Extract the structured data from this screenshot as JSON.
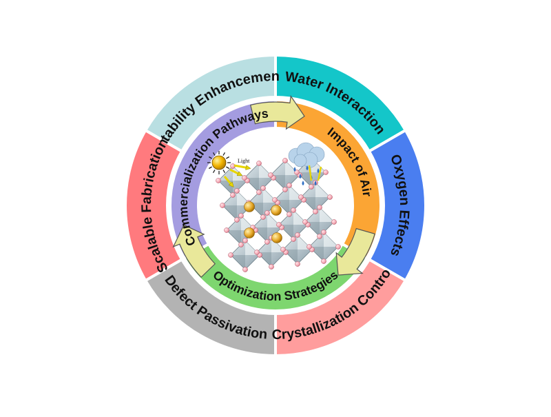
{
  "outer_ring": [
    {
      "label": "Water Interaction",
      "color": "#14c6c9"
    },
    {
      "label": "Oxygen Effects",
      "color": "#4a7ef0"
    },
    {
      "label": "Crystallization Control",
      "color": "#ff9d9d"
    },
    {
      "label": "Defect Passivation",
      "color": "#b3b3b3"
    },
    {
      "label": "Scalable Fabrication",
      "color": "#ff7a7e"
    },
    {
      "label": "Stability Enhancement",
      "color": "#b9dfe2"
    }
  ],
  "inner_ring": [
    {
      "label": "Impact of Air",
      "color": "#fba534"
    },
    {
      "label": "Optimization Strategies",
      "color": "#7ed66f"
    },
    {
      "label": "Commercialization Pathways",
      "color": "#a49ce0"
    }
  ],
  "center": {
    "light_label": "Light",
    "sun_color": "#f2b400",
    "cloud_color": "#b8d3ea",
    "octahedron_color": "#b9c7cf",
    "atom_color": "#f4a6b2",
    "cation_color": "#e7a92a"
  },
  "arrow_color": "#e9e89a"
}
